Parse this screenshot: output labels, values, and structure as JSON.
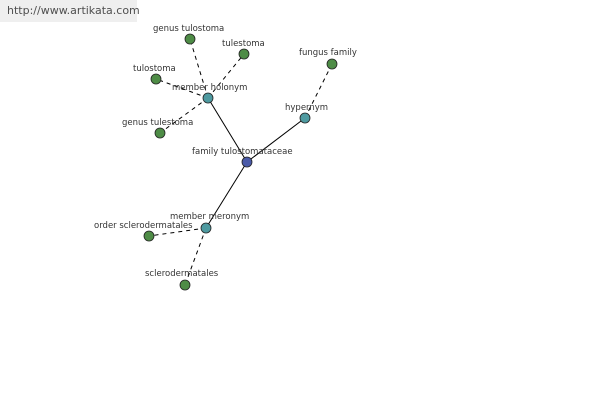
{
  "source_url": "http://www.artikata.com",
  "colors": {
    "center": "#4a5aa8",
    "relation": "#4e9aa0",
    "leaf": "#4e8c46"
  },
  "diagram": {
    "nodes": [
      {
        "id": "center",
        "label": "family tulostomataceae",
        "kind": "center"
      },
      {
        "id": "holonym",
        "label": "member holonym",
        "kind": "relation"
      },
      {
        "id": "hypernym",
        "label": "hypernym",
        "kind": "relation"
      },
      {
        "id": "meronym",
        "label": "member meronym",
        "kind": "relation"
      },
      {
        "id": "genus-tulostoma",
        "label": "genus tulostoma",
        "kind": "leaf"
      },
      {
        "id": "tulestoma",
        "label": "tulestoma",
        "kind": "leaf"
      },
      {
        "id": "tulostoma",
        "label": "tulostoma",
        "kind": "leaf"
      },
      {
        "id": "genus-tulestoma",
        "label": "genus tulestoma",
        "kind": "leaf"
      },
      {
        "id": "fungus-family",
        "label": "fungus family",
        "kind": "leaf"
      },
      {
        "id": "order-sclerodermatales",
        "label": "order sclerodermatales",
        "kind": "leaf"
      },
      {
        "id": "sclerodermatales",
        "label": "sclerodermatales",
        "kind": "leaf"
      }
    ],
    "edges": [
      {
        "from": "center",
        "to": "holonym",
        "style": "solid"
      },
      {
        "from": "center",
        "to": "hypernym",
        "style": "solid"
      },
      {
        "from": "center",
        "to": "meronym",
        "style": "solid"
      },
      {
        "from": "holonym",
        "to": "genus-tulostoma",
        "style": "dashed"
      },
      {
        "from": "holonym",
        "to": "tulestoma",
        "style": "dashed"
      },
      {
        "from": "holonym",
        "to": "tulostoma",
        "style": "dashed"
      },
      {
        "from": "holonym",
        "to": "genus-tulestoma",
        "style": "dashed"
      },
      {
        "from": "hypernym",
        "to": "fungus-family",
        "style": "dashed"
      },
      {
        "from": "meronym",
        "to": "order-sclerodermatales",
        "style": "dashed"
      },
      {
        "from": "meronym",
        "to": "sclerodermatales",
        "style": "dashed"
      }
    ]
  }
}
